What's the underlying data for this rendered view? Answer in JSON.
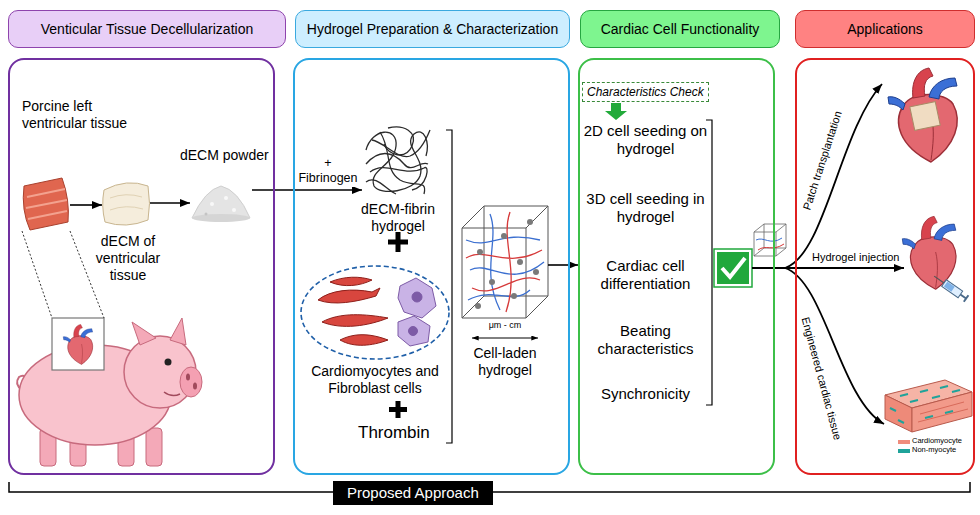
{
  "diagram": {
    "nodes": [
      {
        "text": [
          "Venticular Tissue Decellularization"
        ]
      },
      {
        "text": [
          "Porcine left ventricular tissue"
        ],
        "in": 0
      },
      {
        "text": [
          "dECM of ventricular tissue"
        ],
        "in": 0
      },
      {
        "text": [
          "dECM powder"
        ],
        "in": 0
      },
      {
        "text": [
          "Hydrogel Preparation & Characterization"
        ]
      },
      {
        "text": [
          "dECM-fibrin hydrogel"
        ],
        "in": 4
      },
      {
        "text": [
          "Cardiomyocytes and Fibroblast cells"
        ],
        "in": 4
      },
      {
        "text": [
          "Cell-laden hydrogel"
        ],
        "in": 4
      },
      {
        "text": [
          "Cardiac Cell Functionality"
        ]
      },
      {
        "text": [
          "Characteristics Check"
        ],
        "in": 8
      },
      {
        "text": [
          "Applications"
        ]
      },
      {
        "text": [
          "Proposed Approach"
        ]
      }
    ],
    "edges": [
      {
        "from": 1,
        "to": 2,
        "arrow": "to"
      },
      {
        "from": 2,
        "to": 3,
        "arrow": "to"
      },
      {
        "from": 3,
        "to": 5,
        "label": "+ Fibrinogen",
        "arrow": "to"
      },
      {
        "from": 7,
        "to": 8,
        "arrow": "to"
      }
    ],
    "labels": [
      "Thrombin",
      "μm - cm",
      "2D cell seeding on hydrogel",
      "3D cell seeding in hydrogel",
      "Cardiac cell differentiation",
      "Beating characteristics",
      "Synchronicity",
      "Patch transplantation",
      "Hydrogel injection",
      "Engineered cardiac tissue"
    ],
    "legend": [
      {
        "text": "Cardiomyocyte",
        "color": "#f08c7c"
      },
      {
        "text": "Non-myocyte",
        "color": "#1fa39a"
      }
    ]
  }
}
